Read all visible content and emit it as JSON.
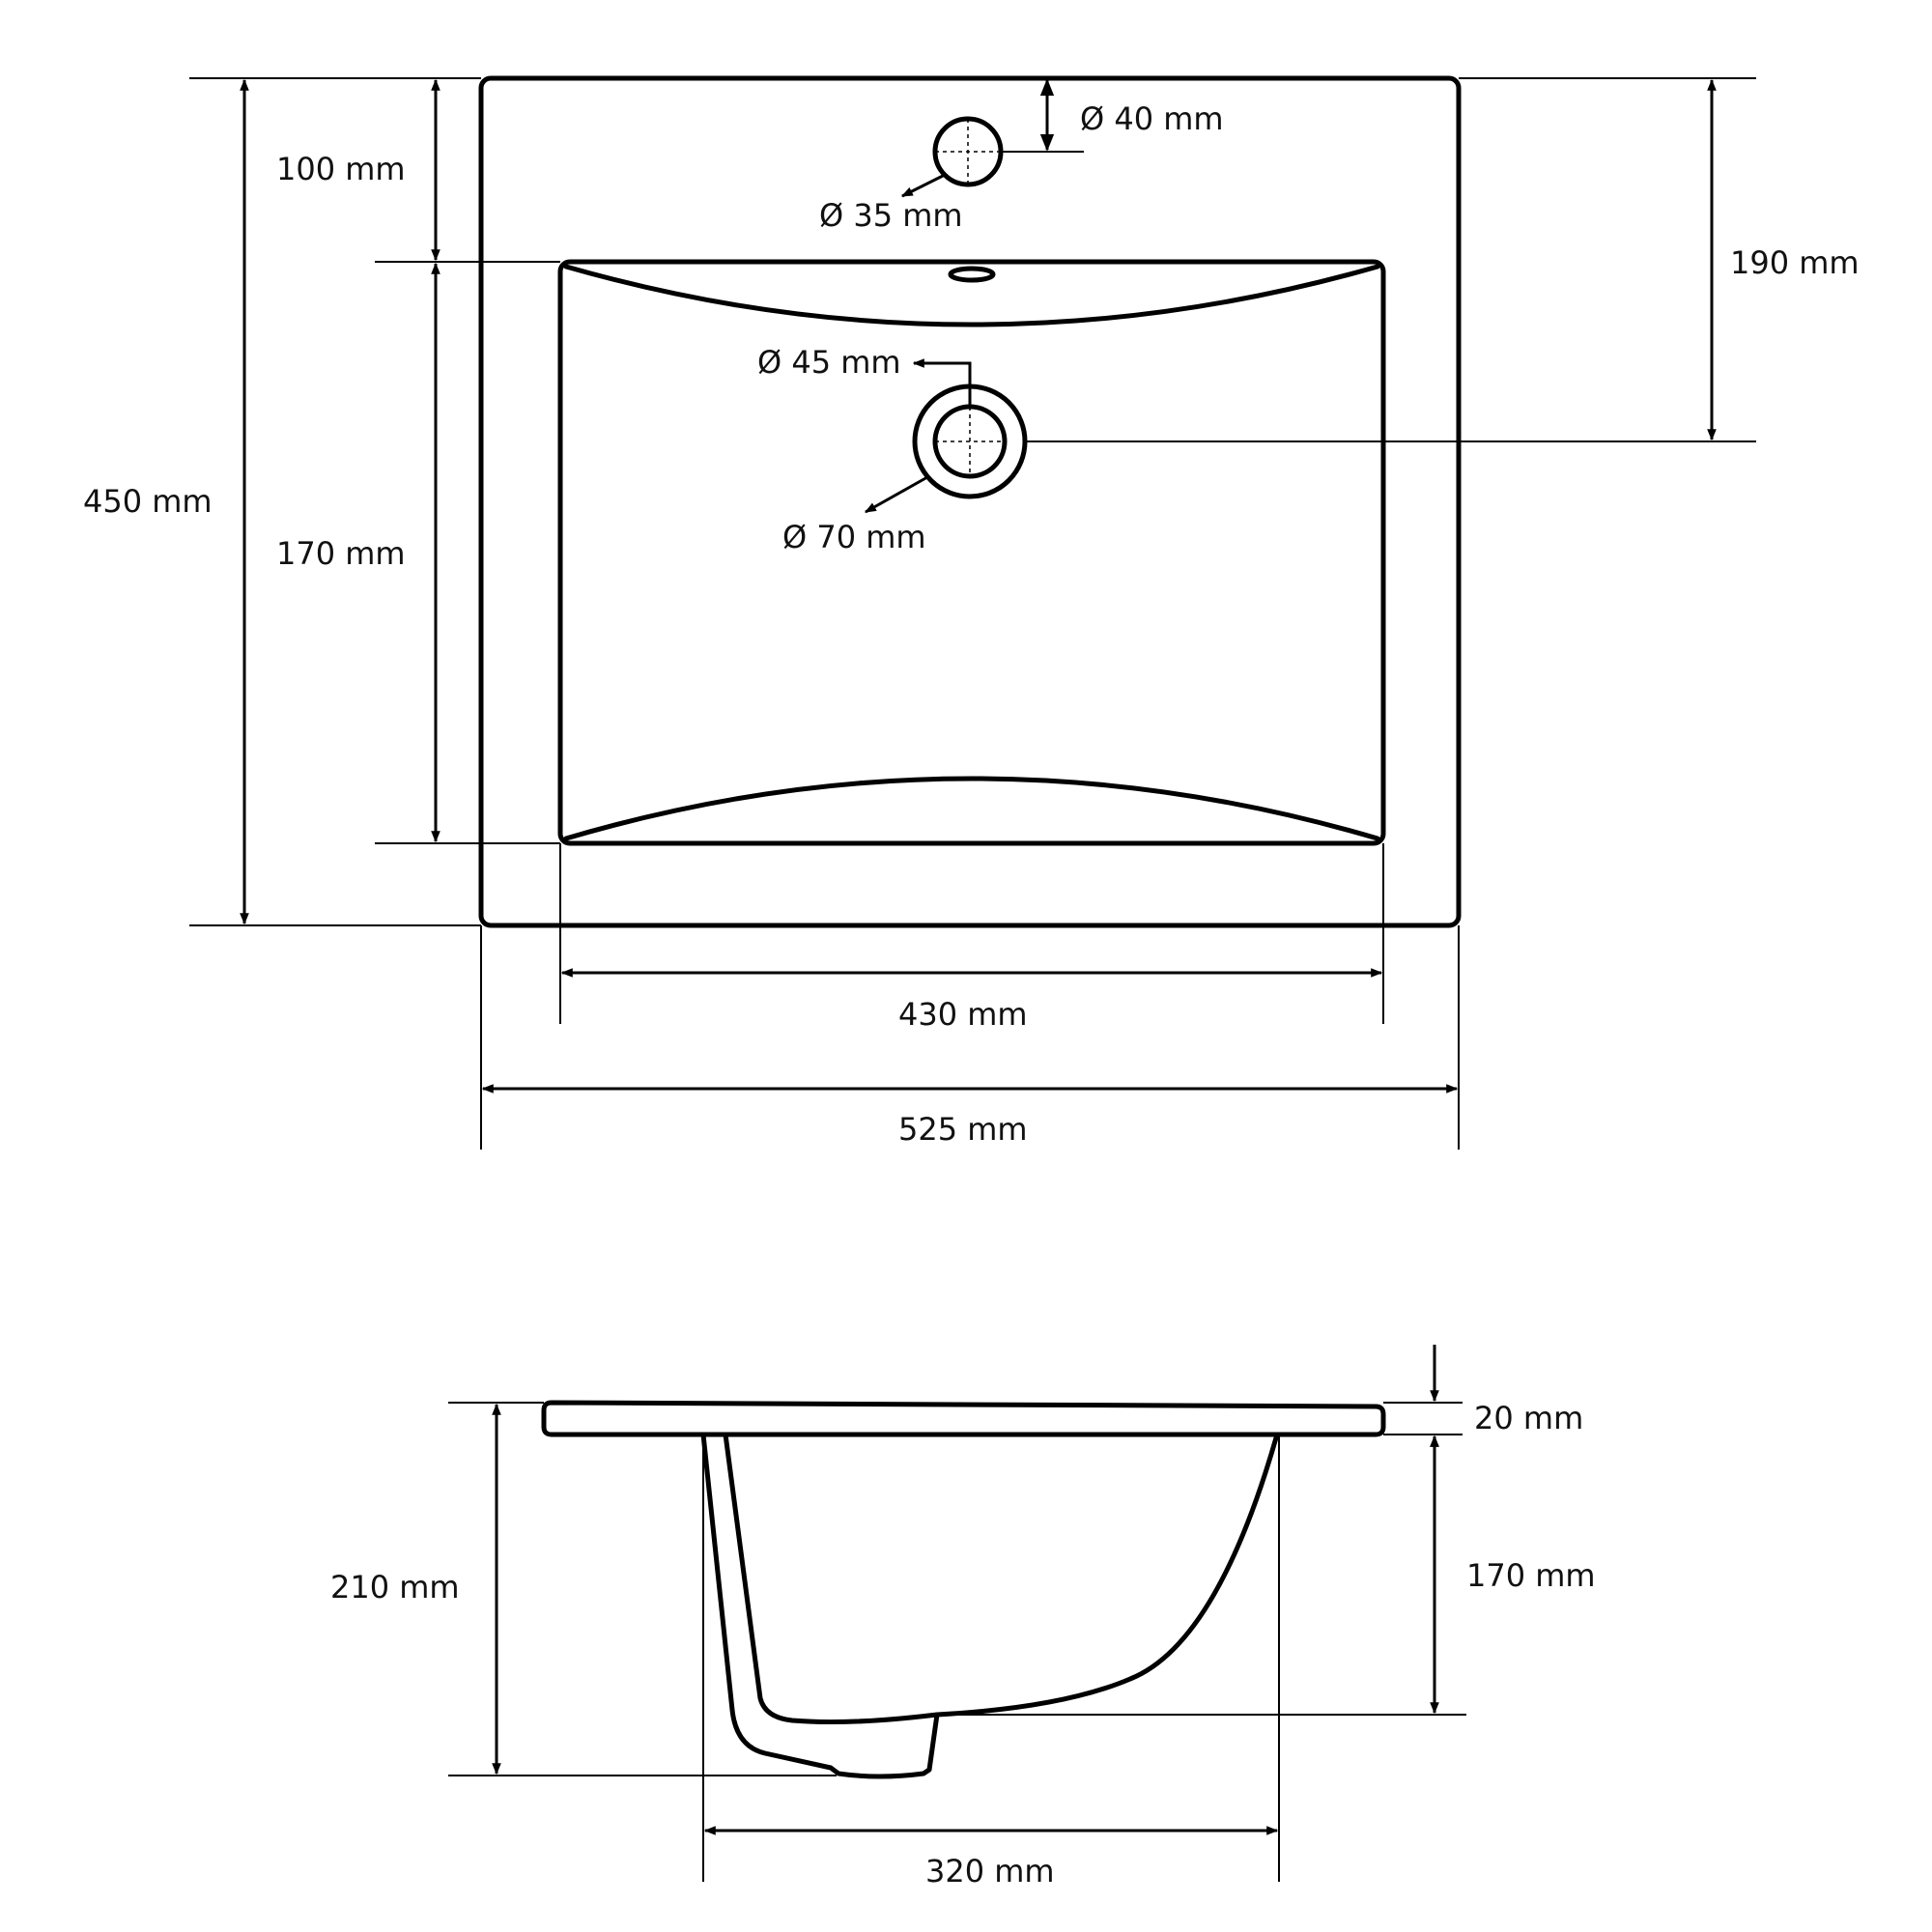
{
  "top_view": {
    "total_depth": "450 mm",
    "top_margin": "100 mm",
    "bowl_depth": "170 mm",
    "faucet_offset": "190 mm",
    "faucet_hole_offset": "Ø 40 mm",
    "faucet_hole": "Ø 35 mm",
    "drain_inner": "Ø 45 mm",
    "drain_outer": "Ø 70 mm",
    "bowl_width": "430 mm",
    "total_width": "525 mm"
  },
  "side_view": {
    "rim_thickness": "20 mm",
    "bowl_depth": "170 mm",
    "total_height": "210 mm",
    "bowl_length": "320 mm"
  }
}
